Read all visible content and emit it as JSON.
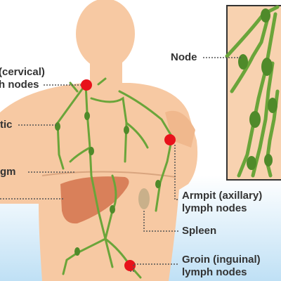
{
  "labels": {
    "node": "Node",
    "neck_line1": "(cervical)",
    "neck_line2": "h nodes",
    "thoracic_partial": "tic",
    "diaphragm_partial": "gm",
    "armpit_line1": "Armpit (axillary)",
    "armpit_line2": "lymph nodes",
    "spleen": "Spleen",
    "groin_line1": "Groin (inguinal)",
    "groin_line2": "lymph nodes"
  },
  "colors": {
    "skin": "#f7c9a3",
    "skin_shadow": "#f0b88d",
    "lymph_vessel": "#6aa53a",
    "lymph_vessel_dark": "#4f8a2a",
    "node_marker": "#e8121b",
    "liver": "#d9805a",
    "spleen": "#c9b08a",
    "water": "#bfe0f5",
    "inset_bg": "#f8d2b0"
  }
}
